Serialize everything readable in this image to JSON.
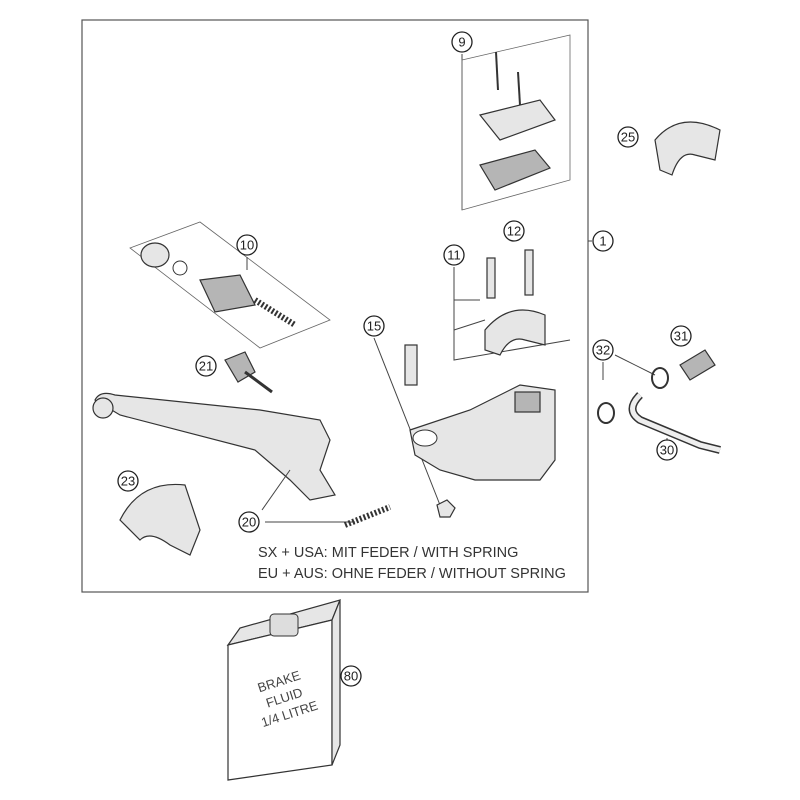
{
  "callouts": {
    "c1": "1",
    "c9": "9",
    "c10": "10",
    "c11": "11",
    "c12": "12",
    "c15": "15",
    "c20": "20",
    "c21": "21",
    "c23": "23",
    "c25": "25",
    "c30": "30",
    "c31": "31",
    "c32": "32",
    "c80": "80"
  },
  "notes": {
    "line1": "SX + USA:  MIT FEDER / WITH SPRING",
    "line2": "EU + AUS:  OHNE FEDER / WITHOUT SPRING"
  },
  "bottle": {
    "line1": "BRAKE",
    "line2": "FLUID",
    "line3": "1/4 LITRE"
  }
}
